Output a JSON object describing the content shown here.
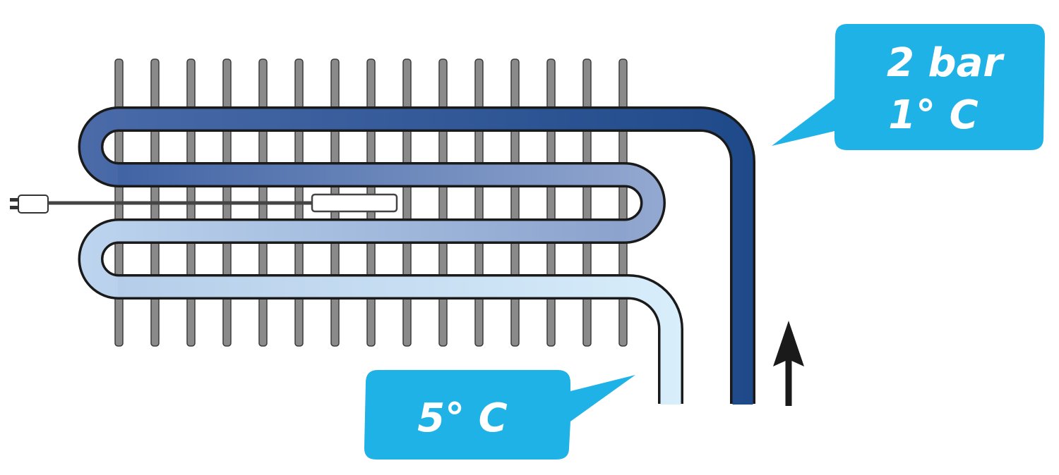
{
  "callouts": {
    "outlet": {
      "line1": "2 bar",
      "line2": "1° C"
    },
    "inlet": {
      "text": "5° C"
    }
  },
  "colors": {
    "callout": "#1fb2e6",
    "tube_dark": "#1f4a8a",
    "tube_light": "#d8eefb",
    "fin": "#8a8a8a",
    "outline": "#1a1a1a"
  },
  "icons": [
    "plug-icon",
    "heater-element-icon",
    "flow-arrow-up-icon"
  ]
}
